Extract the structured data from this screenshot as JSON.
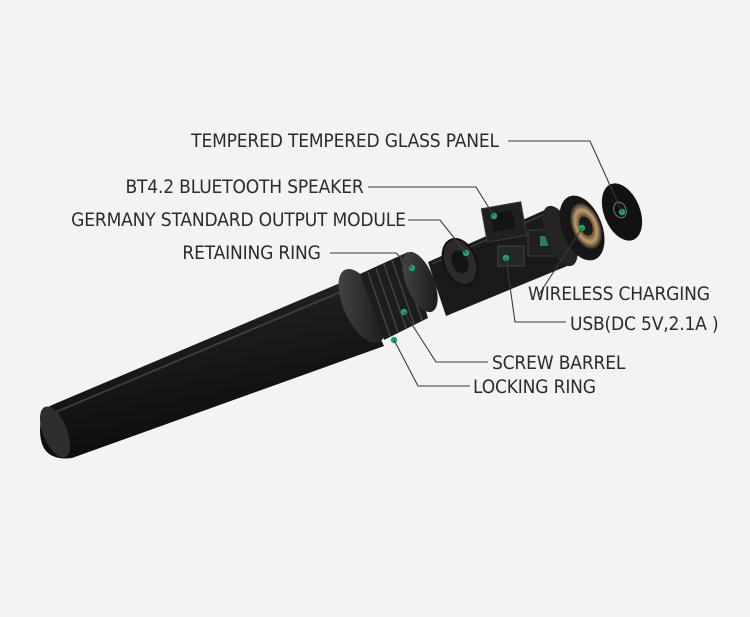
{
  "labels": {
    "glass_panel": "TEMPERED TEMPERED GLASS PANEL",
    "bt_speaker": "BT4.2 BLUETOOTH SPEAKER",
    "output_module": "GERMANY STANDARD OUTPUT MODULE",
    "retaining_ring": "RETAINING RING",
    "wireless_charging": "WIRELESS CHARGING",
    "usb": "USB(DC 5V,2.1A )",
    "screw_barrel": "SCREW BARREL",
    "locking_ring": "LOCKING RING"
  },
  "colors": {
    "background": "#f4f3f3",
    "body": "#1c1c1c",
    "accent_dot": "#1aa37a",
    "coil": "#b08a5c"
  }
}
